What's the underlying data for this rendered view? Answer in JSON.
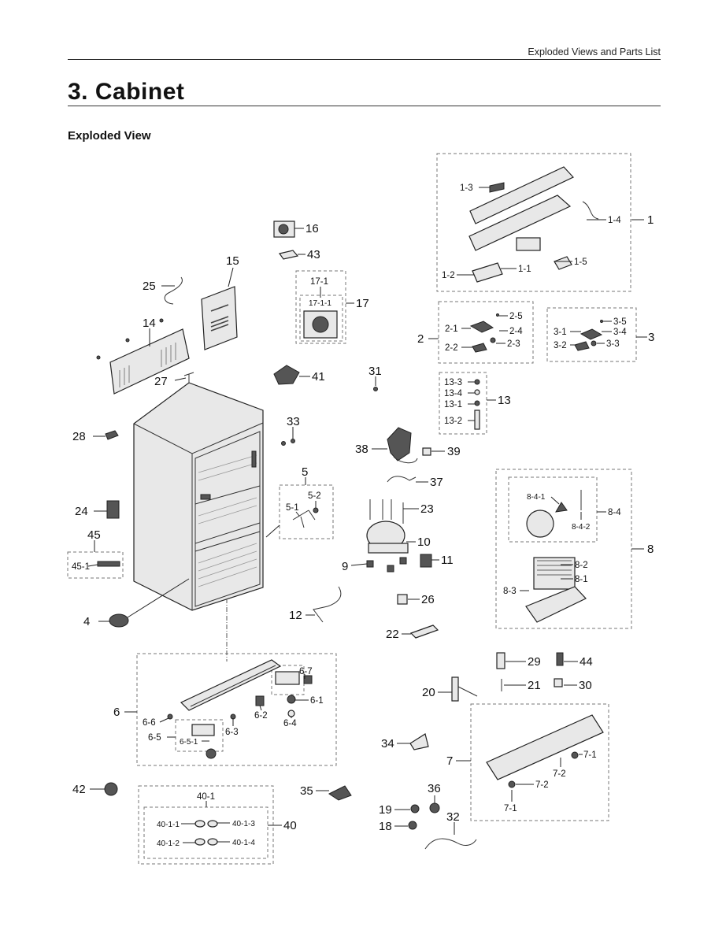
{
  "header": {
    "running_title": "Exploded Views and Parts List"
  },
  "section": {
    "title": "3.  Cabinet",
    "subtitle": "Exploded View"
  },
  "labels": {
    "l1": "1",
    "l1_1": "1-1",
    "l1_2": "1-2",
    "l1_3": "1-3",
    "l1_4": "1-4",
    "l1_5": "1-5",
    "l2": "2",
    "l2_1": "2-1",
    "l2_2": "2-2",
    "l2_3": "2-3",
    "l2_4": "2-4",
    "l2_5": "2-5",
    "l3": "3",
    "l3_1": "3-1",
    "l3_2": "3-2",
    "l3_3": "3-3",
    "l3_4": "3-4",
    "l3_5": "3-5",
    "l4": "4",
    "l5": "5",
    "l5_1": "5-1",
    "l5_2": "5-2",
    "l6": "6",
    "l6_1": "6-1",
    "l6_2": "6-2",
    "l6_3": "6-3",
    "l6_4": "6-4",
    "l6_5": "6-5",
    "l6_5_1": "6-5-1",
    "l6_6": "6-6",
    "l6_7": "6-7",
    "l7": "7",
    "l7_1a": "7-1",
    "l7_2a": "7-2",
    "l7_1b": "7-1",
    "l7_2b": "7-2",
    "l8": "8",
    "l8_1": "8-1",
    "l8_2": "8-2",
    "l8_3": "8-3",
    "l8_4": "8-4",
    "l8_4_1": "8-4-1",
    "l8_4_2": "8-4-2",
    "l9": "9",
    "l10": "10",
    "l11": "11",
    "l12": "12",
    "l13": "13",
    "l13_1": "13-1",
    "l13_2": "13-2",
    "l13_3": "13-3",
    "l13_4": "13-4",
    "l14": "14",
    "l15": "15",
    "l16": "16",
    "l17": "17",
    "l17_1": "17-1",
    "l17_1_1": "17-1-1",
    "l18": "18",
    "l19": "19",
    "l20": "20",
    "l21": "21",
    "l22": "22",
    "l23": "23",
    "l24": "24",
    "l25": "25",
    "l26": "26",
    "l27": "27",
    "l28": "28",
    "l29": "29",
    "l30": "30",
    "l31": "31",
    "l32": "32",
    "l33": "33",
    "l34": "34",
    "l35": "35",
    "l36": "36",
    "l37": "37",
    "l38": "38",
    "l39": "39",
    "l40": "40",
    "l40_1": "40-1",
    "l40_1_1": "40-1-1",
    "l40_1_2": "40-1-2",
    "l40_1_3": "40-1-3",
    "l40_1_4": "40-1-4",
    "l41": "41",
    "l42": "42",
    "l43": "43",
    "l44": "44",
    "l45": "45",
    "l45_1": "45-1"
  }
}
